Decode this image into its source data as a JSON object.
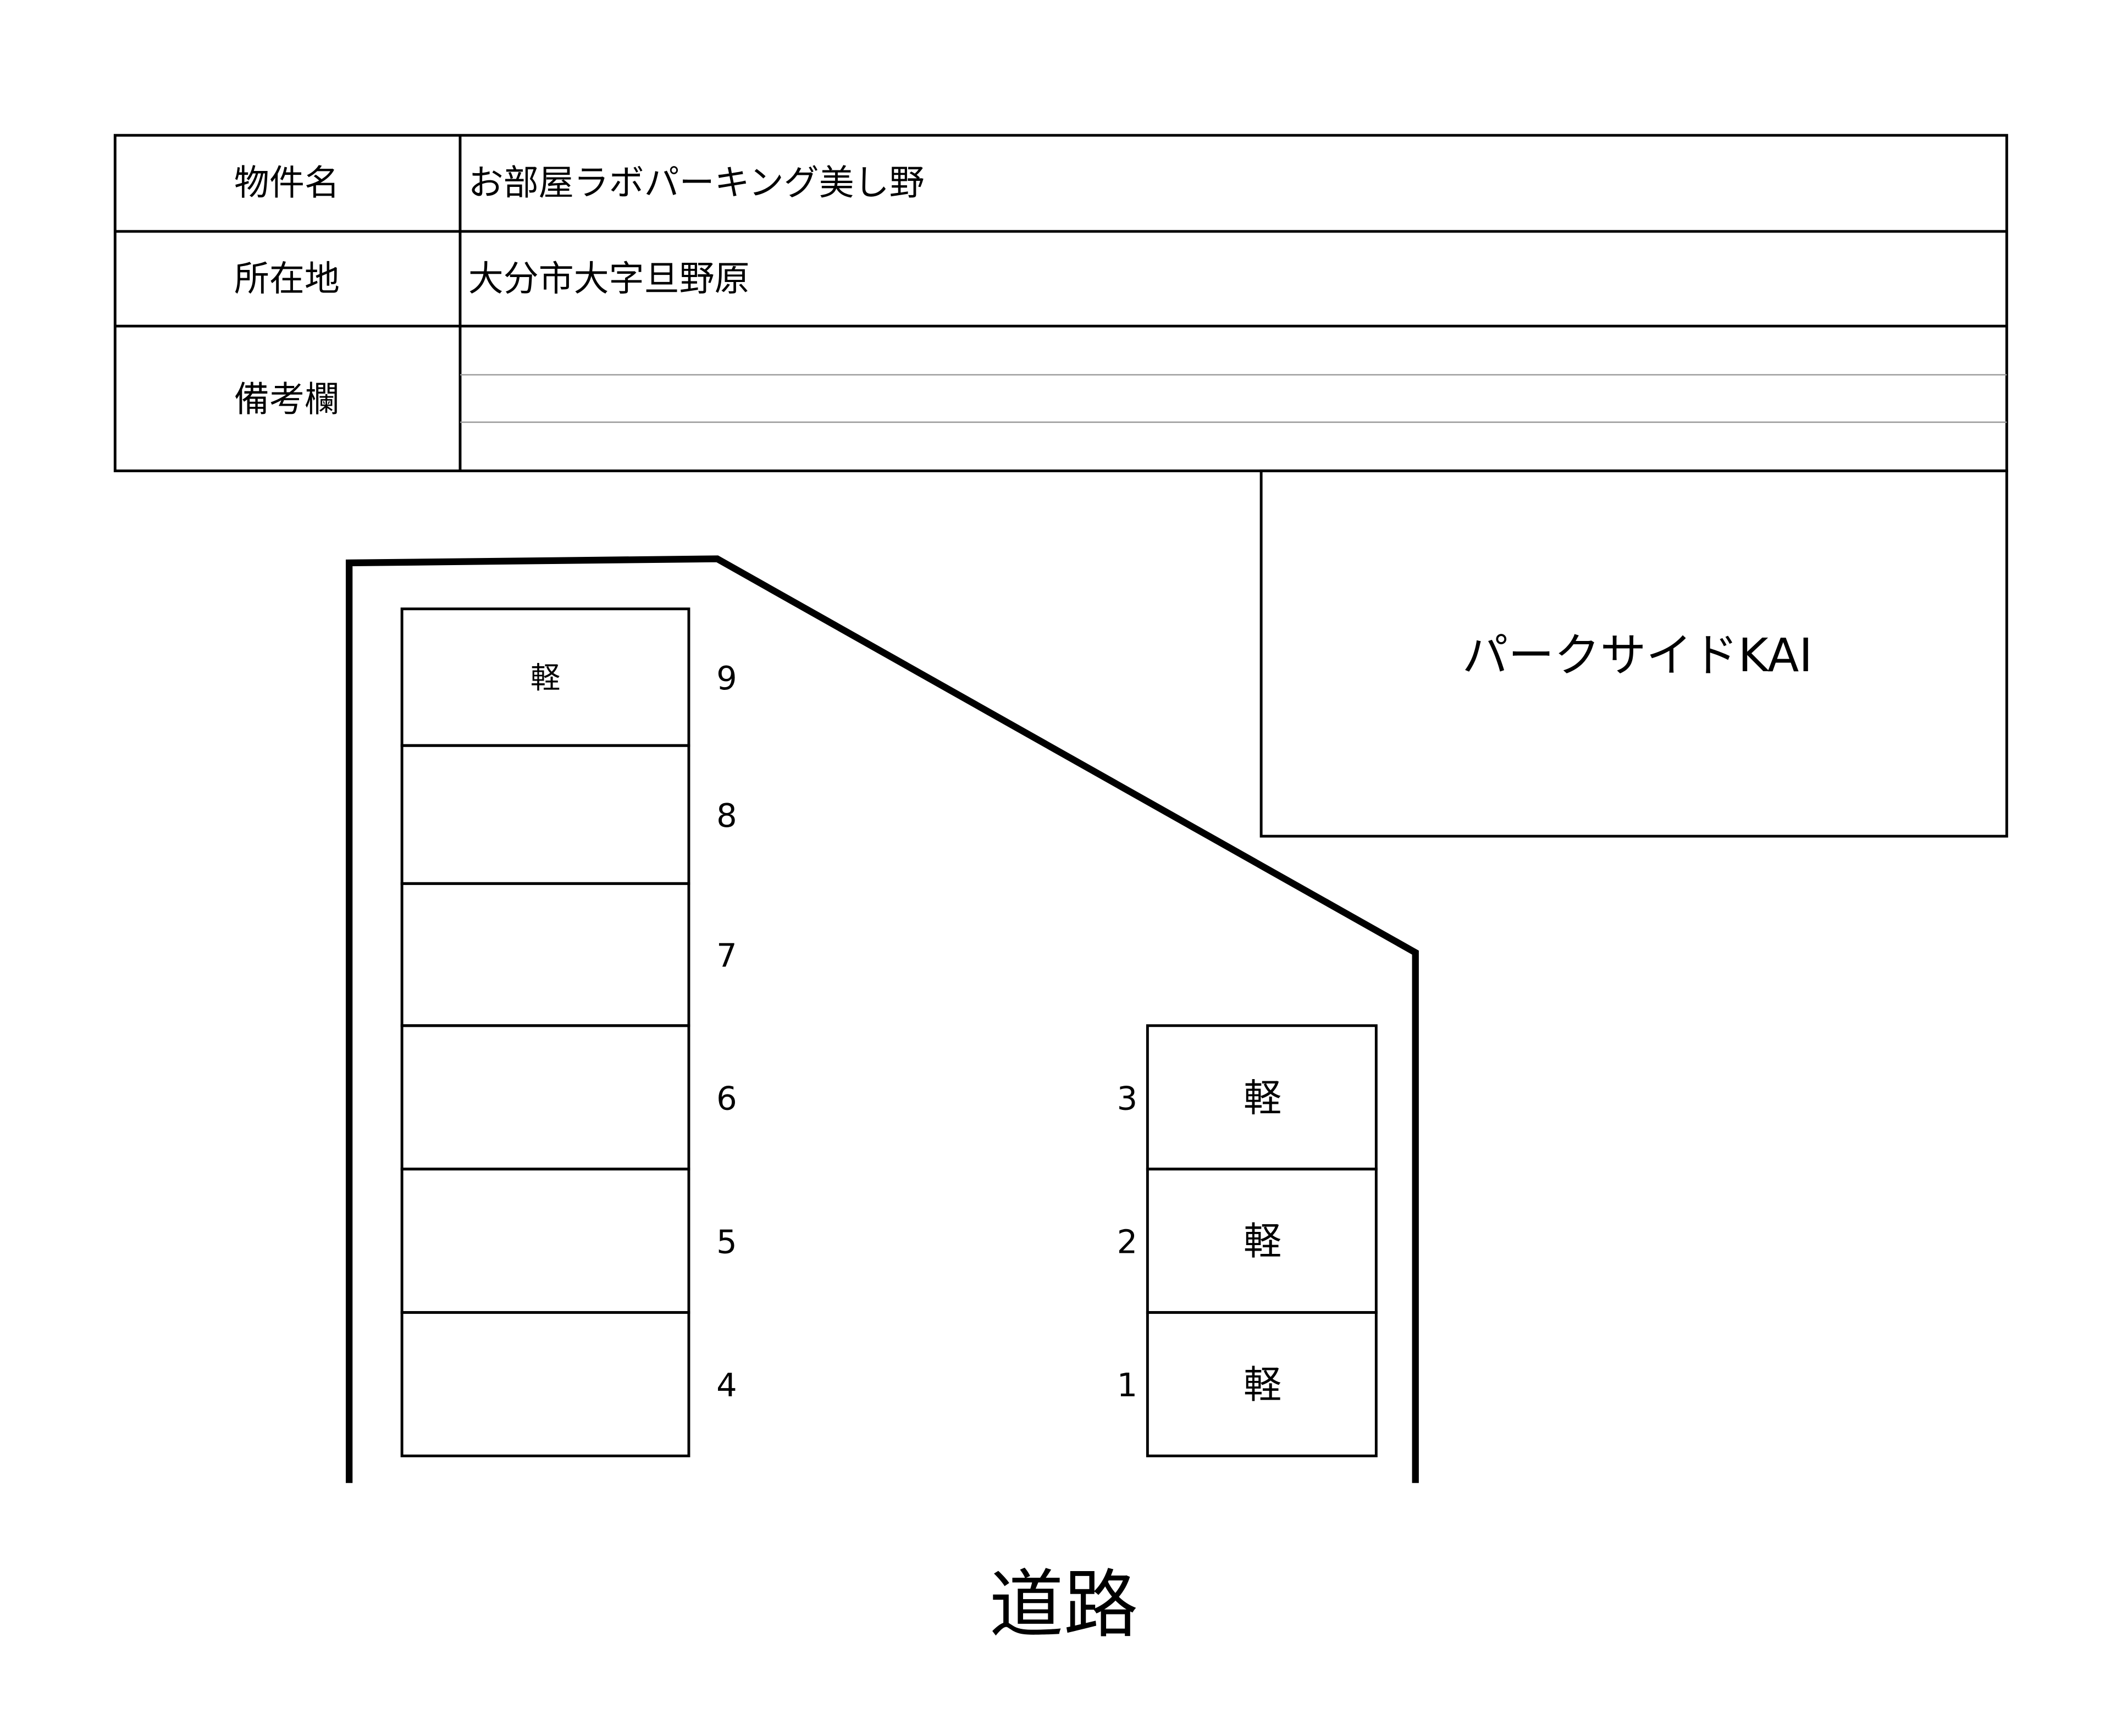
{
  "info_table": {
    "rows": [
      {
        "label": "物件名",
        "value": "お部屋ラボパーキング美し野"
      },
      {
        "label": "所在地",
        "value": "大分市大字旦野原"
      },
      {
        "label": "備考欄",
        "value": ""
      }
    ]
  },
  "neighbor_building": "パークサイドKAI",
  "road_label": "道路",
  "left_spaces": [
    {
      "number": "9",
      "type": "軽"
    },
    {
      "number": "8",
      "type": ""
    },
    {
      "number": "7",
      "type": ""
    },
    {
      "number": "6",
      "type": ""
    },
    {
      "number": "5",
      "type": ""
    },
    {
      "number": "4",
      "type": ""
    }
  ],
  "right_spaces": [
    {
      "number": "3",
      "type": "軽"
    },
    {
      "number": "2",
      "type": "軽"
    },
    {
      "number": "1",
      "type": "軽"
    }
  ]
}
